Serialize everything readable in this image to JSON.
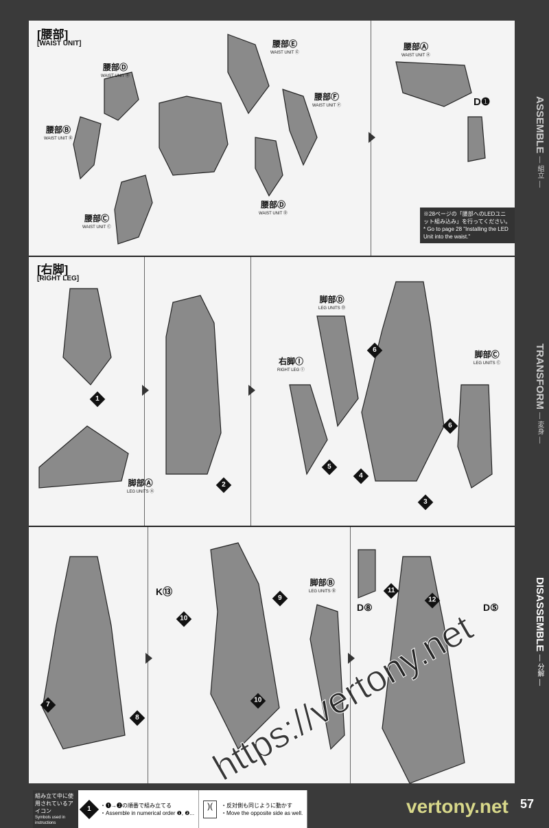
{
  "sections": {
    "waist": {
      "title": "[腰部]",
      "subtitle": "[WAIST UNIT]"
    },
    "right_leg": {
      "title": "[右脚]",
      "subtitle": "[RIGHT LEG]"
    }
  },
  "part_labels": {
    "waist_d1": {
      "jp": "腰部Ⓓ",
      "en": "WAIST UNIT Ⓓ"
    },
    "waist_e": {
      "jp": "腰部Ⓔ",
      "en": "WAIST UNIT Ⓔ"
    },
    "waist_f": {
      "jp": "腰部Ⓕ",
      "en": "WAIST UNIT Ⓕ"
    },
    "waist_b": {
      "jp": "腰部Ⓑ",
      "en": "WAIST UNIT Ⓑ"
    },
    "waist_c": {
      "jp": "腰部Ⓒ",
      "en": "WAIST UNIT Ⓒ"
    },
    "waist_d2": {
      "jp": "腰部Ⓓ",
      "en": "WAIST UNIT Ⓓ"
    },
    "waist_a": {
      "jp": "腰部Ⓐ",
      "en": "WAIST UNIT Ⓐ"
    },
    "d1": "D❶",
    "leg_a": {
      "jp": "脚部Ⓐ",
      "en": "LEG UNITS Ⓐ"
    },
    "leg_d": {
      "jp": "脚部Ⓓ",
      "en": "LEG UNITS Ⓓ"
    },
    "right_leg_i": {
      "jp": "右脚Ⓘ",
      "en": "RIGHT LEG Ⓘ"
    },
    "leg_c": {
      "jp": "脚部Ⓒ",
      "en": "LEG UNITS Ⓒ"
    },
    "leg_b": {
      "jp": "脚部Ⓑ",
      "en": "LEG UNITS Ⓑ"
    },
    "k13": "K⑬",
    "d8": "D⑧",
    "d5": "D⑤"
  },
  "steps": [
    "1",
    "2",
    "3",
    "4",
    "5",
    "6",
    "6",
    "7",
    "8",
    "9",
    "10",
    "10",
    "11",
    "12"
  ],
  "note": {
    "jp": "※28ページの「腰部へのLEDユニット組み込み」を行ってください。",
    "en": "* Go to page 28 \"Installing the LED Unit into the waist.\""
  },
  "side_tabs": [
    {
      "en": "ASSEMBLE",
      "jp": "— 組立 —"
    },
    {
      "en": "TRANSFORM",
      "jp": "— 変身 —"
    },
    {
      "en": "DISASSEMBLE",
      "jp": "— 分解 —"
    }
  ],
  "legend": {
    "heading_jp": "組み立て中に使用されているアイコン",
    "heading_en": "Symbols used in instructions",
    "assemble_jp": "・❶→❷の順番で組み立てる",
    "assemble_en": "・Assemble in numerical order ❶, ❷...",
    "opposite_jp": "・反対側も同じように動かす",
    "opposite_en": "・Move the opposite side as well."
  },
  "watermark": "https://vertony.net",
  "brand": "vertony.net",
  "page_number": "57"
}
